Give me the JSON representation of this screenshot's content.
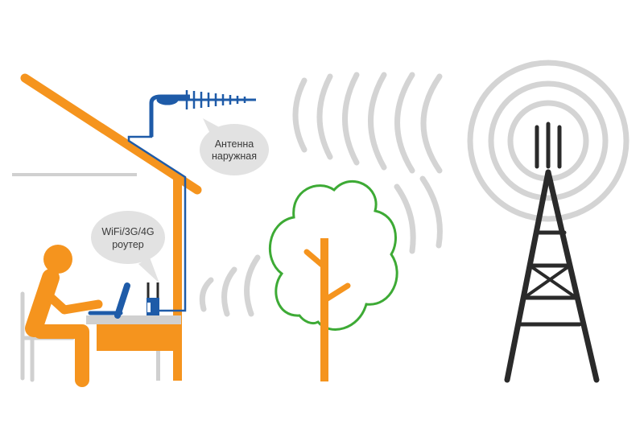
{
  "labels": {
    "antenna_line1": "Антенна",
    "antenna_line2": "наружная",
    "router_line1": "WiFi/3G/4G",
    "router_line2": "роутер"
  },
  "colors": {
    "orange": "#F5941E",
    "blue": "#1E5BA8",
    "green": "#3DAA35",
    "dark": "#2A2A2A",
    "signal": "#D4D4D4",
    "bubble": "#E2E2E2",
    "outline": "#D0D0D0"
  },
  "icons": [
    "house",
    "person-at-desk",
    "laptop-icon",
    "router-icon",
    "outdoor-antenna-icon",
    "tree",
    "cell-tower-icon",
    "signal-waves"
  ]
}
